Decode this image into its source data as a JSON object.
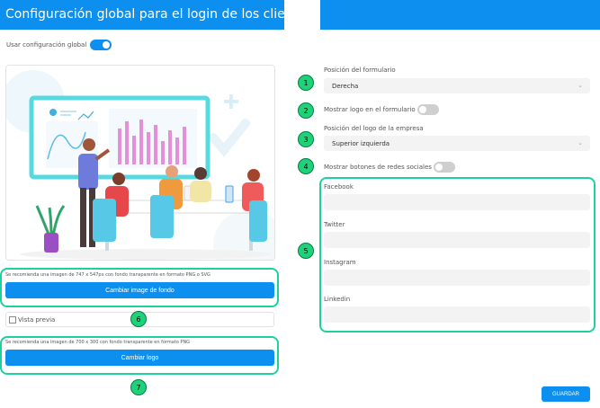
{
  "header": {
    "title": "Configuración global para el login de los clientes"
  },
  "global": {
    "label": "Usar configuración global",
    "enabled": true
  },
  "background": {
    "recommendation": "Se recomienda una imagen de 747 x 547px con fondo transparente en formato PNG o SVG",
    "button_label": "Cambiar image de fondo"
  },
  "preview": {
    "label": "Vista previa",
    "checked": false
  },
  "logo": {
    "recommendation": "Se recomienda una imagen de 700 x 300 con fondo transparente en formato PNG",
    "button_label": "Cambiar logo"
  },
  "form": {
    "position_label": "Posición del formulario",
    "position_value": "Derecha",
    "show_logo_label": "Mostrar logo en el formulario",
    "show_logo_enabled": false,
    "logo_position_label": "Posición del logo de la empresa",
    "logo_position_value": "Superior izquierda",
    "social_label": "Mostrar botones de redes sociales",
    "social_enabled": false,
    "social_fields": [
      {
        "label": "Facebook",
        "value": ""
      },
      {
        "label": "Twitter",
        "value": ""
      },
      {
        "label": "Instagram",
        "value": ""
      },
      {
        "label": "Linkedin",
        "value": ""
      }
    ]
  },
  "badges": [
    "1",
    "2",
    "3",
    "4",
    "5",
    "6",
    "7"
  ],
  "save_label": "GUARDAR",
  "colors": {
    "brand": "#0d8ff0",
    "highlight": "#1dd19d",
    "badge": "#1ed27a"
  },
  "icons": {
    "select_chevron": "chevron-down-icon"
  }
}
